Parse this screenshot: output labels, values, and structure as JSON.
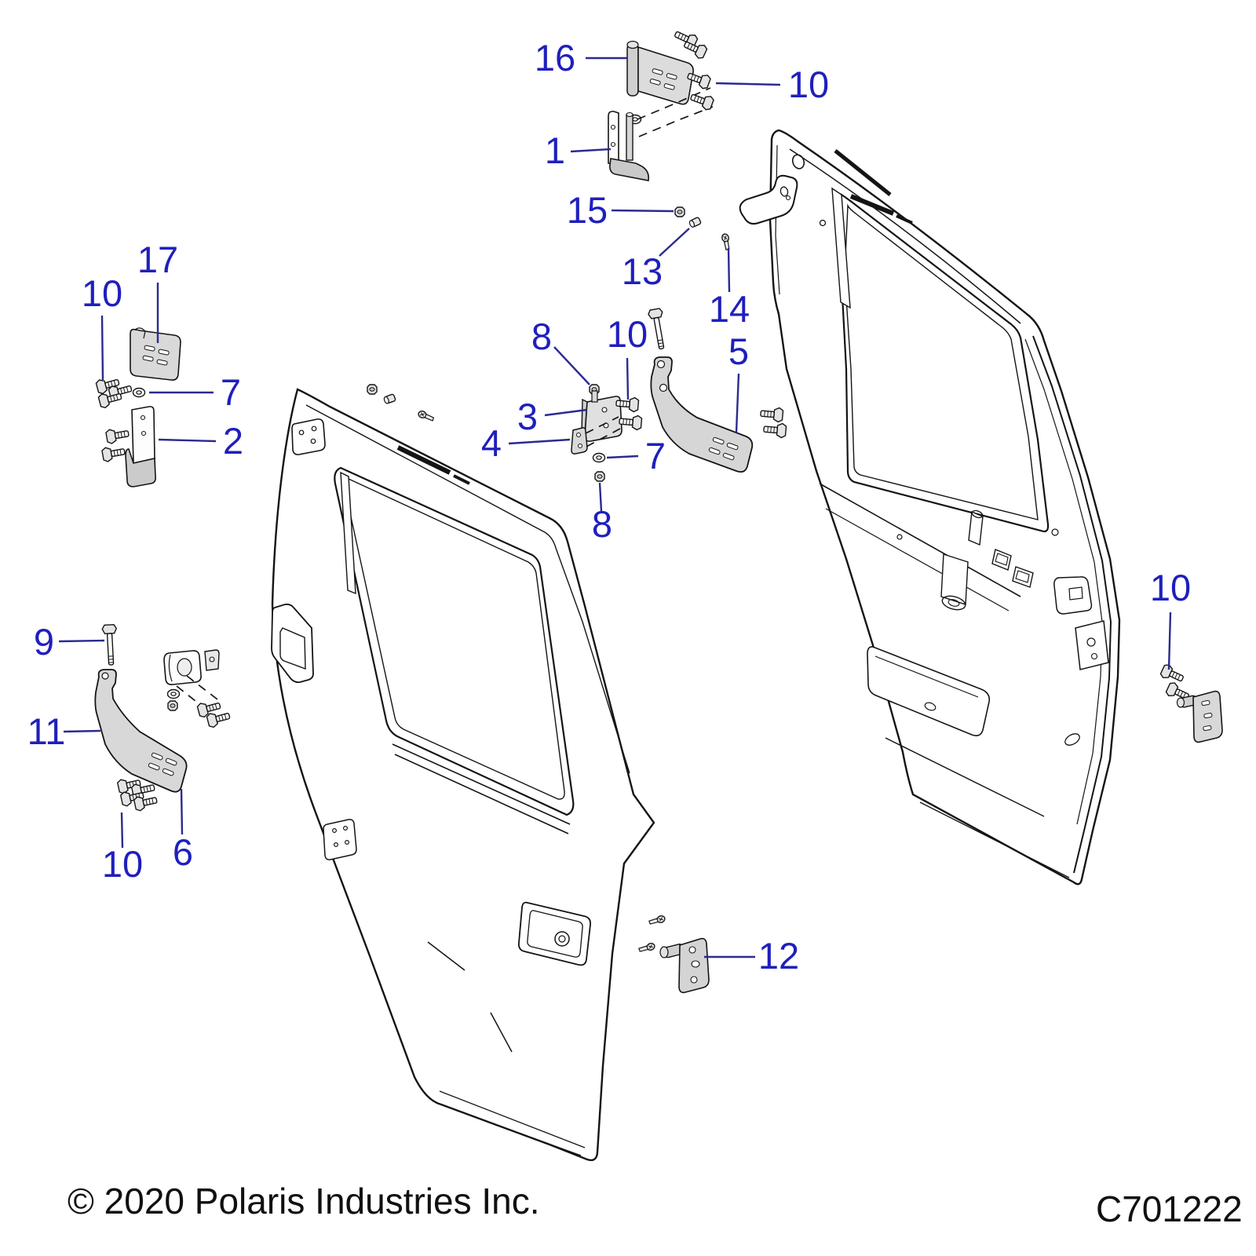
{
  "page": {
    "background": "#ffffff",
    "callout_color": "#1f1fbd",
    "leader_color": "#2b2b8f",
    "outline_color": "#141414",
    "part_shade_color": "#d9d9d9",
    "footer": {
      "copyright": "© 2020 Polaris Industries Inc.",
      "diagram_code": "C701222"
    }
  },
  "callouts": [
    {
      "label": "16"
    },
    {
      "label": "10"
    },
    {
      "label": "1"
    },
    {
      "label": "15"
    },
    {
      "label": "13"
    },
    {
      "label": "14"
    },
    {
      "label": "17"
    },
    {
      "label": "10"
    },
    {
      "label": "7"
    },
    {
      "label": "2"
    },
    {
      "label": "8"
    },
    {
      "label": "10"
    },
    {
      "label": "3"
    },
    {
      "label": "4"
    },
    {
      "label": "7"
    },
    {
      "label": "8"
    },
    {
      "label": "5"
    },
    {
      "label": "9"
    },
    {
      "label": "11"
    },
    {
      "label": "10"
    },
    {
      "label": "6"
    },
    {
      "label": "12"
    },
    {
      "label": "10"
    }
  ]
}
